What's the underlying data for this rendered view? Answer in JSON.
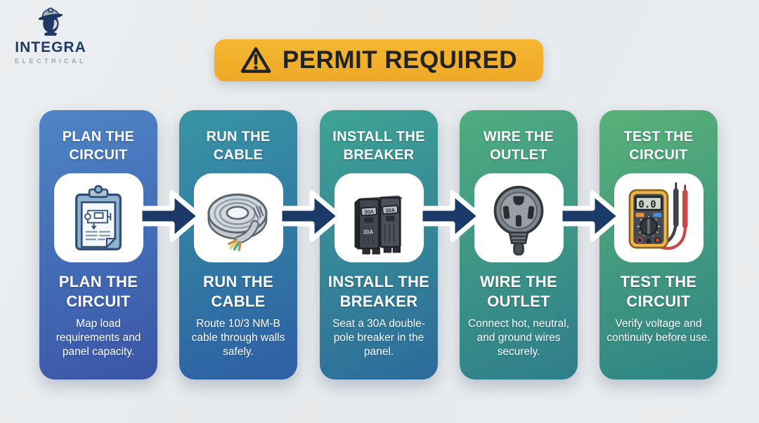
{
  "logo": {
    "name": "INTEGRA",
    "subtitle": "ELECTRICAL"
  },
  "banner": {
    "label": "PERMIT REQUIRED",
    "icon": "warning-triangle-icon"
  },
  "steps": [
    {
      "title": "PLAN THE CIRCUIT",
      "description": "Map load requirements and panel capacity.",
      "icon": "clipboard-circuit-icon"
    },
    {
      "title": "RUN THE CABLE",
      "description": "Route 10/3 NM-B cable through walls safely.",
      "icon": "cable-coil-icon"
    },
    {
      "title": "INSTALL THE BREAKER",
      "description": "Seat a 30A double-pole breaker in the panel.",
      "icon": "circuit-breaker-icon"
    },
    {
      "title": "WIRE THE OUTLET",
      "description": "Connect hot, neutral, and ground wires securely.",
      "icon": "outlet-plug-icon"
    },
    {
      "title": "TEST THE CIRCUIT",
      "description": "Verify voltage and continuity before use.",
      "icon": "multimeter-icon"
    }
  ],
  "icon_text": {
    "breaker_toggle_left": "30A",
    "breaker_toggle_right": "30A",
    "breaker_body_label": "30A",
    "multimeter_display": "0.0"
  },
  "colors": {
    "background": "#E9ECEE",
    "banner_bg": "#F1AF2B",
    "banner_text": "#1F2227",
    "logo_navy": "#1E3A66",
    "logo_gray": "#9AA5AE",
    "arrow": "#1C3A67",
    "card1_gradient": [
      "#4E85C6",
      "#3A55A6"
    ],
    "card2_gradient": [
      "#3895A3",
      "#2D5FA5"
    ],
    "card3_gradient": [
      "#3EA493",
      "#2D6A9C"
    ],
    "card4_gradient": [
      "#4FAD7E",
      "#2E7E8C"
    ],
    "card5_gradient": [
      "#58B277",
      "#2F8386"
    ]
  }
}
